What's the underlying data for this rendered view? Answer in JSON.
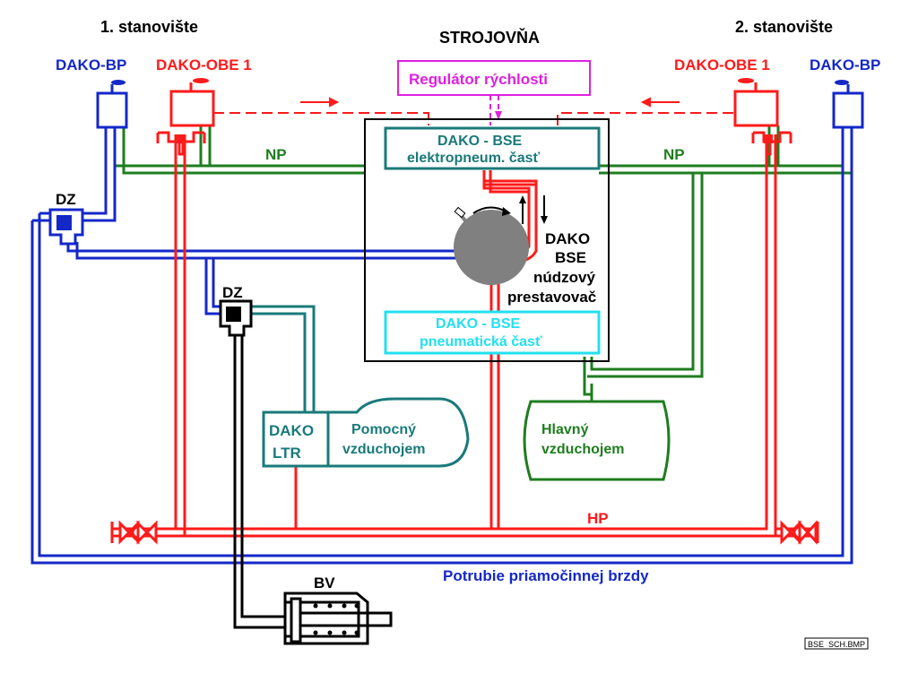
{
  "labels": {
    "station1": "1. stanovište",
    "station2": "2. stanovište",
    "machine_room": "STROJOVŇA",
    "dako_bp_left": "DAKO-BP",
    "dako_obe_left": "DAKO-OBE 1",
    "dako_obe_right": "DAKO-OBE 1",
    "dako_bp_right": "DAKO-BP",
    "speed_regulator": "Regulátor rýchlosti",
    "bse_electro_line1": "DAKO - BSE",
    "bse_electro_line2": "elektropneum. časť",
    "np_left": "NP",
    "np_right": "NP",
    "dz_left": "DZ",
    "dz_middle": "DZ",
    "dako_bse_title_1": "DAKO",
    "dako_bse_title_2": "BSE",
    "emergency_1": "núdzový",
    "emergency_2": "prestavovač",
    "bse_pneu_line1": "DAKO - BSE",
    "bse_pneu_line2": "pneumatická časť",
    "ltr_line1": "DAKO",
    "ltr_line2": "LTR",
    "aux_reservoir_1": "Pomocný",
    "aux_reservoir_2": "vzduchojem",
    "main_reservoir_1": "Hlavný",
    "main_reservoir_2": "vzduchojem",
    "hp": "HP",
    "direct_brake_pipe": "Potrubie priamočinnej brzdy",
    "bv": "BV",
    "file_tag": "BSE_SCH.BMP"
  },
  "colors": {
    "red": "#ff1a1a",
    "blue": "#1428c8",
    "green": "#1e7d1e",
    "teal": "#1a7a7a",
    "cyan": "#22e0f0",
    "magenta": "#e020e0",
    "gray": "#808080",
    "black": "#000000"
  }
}
